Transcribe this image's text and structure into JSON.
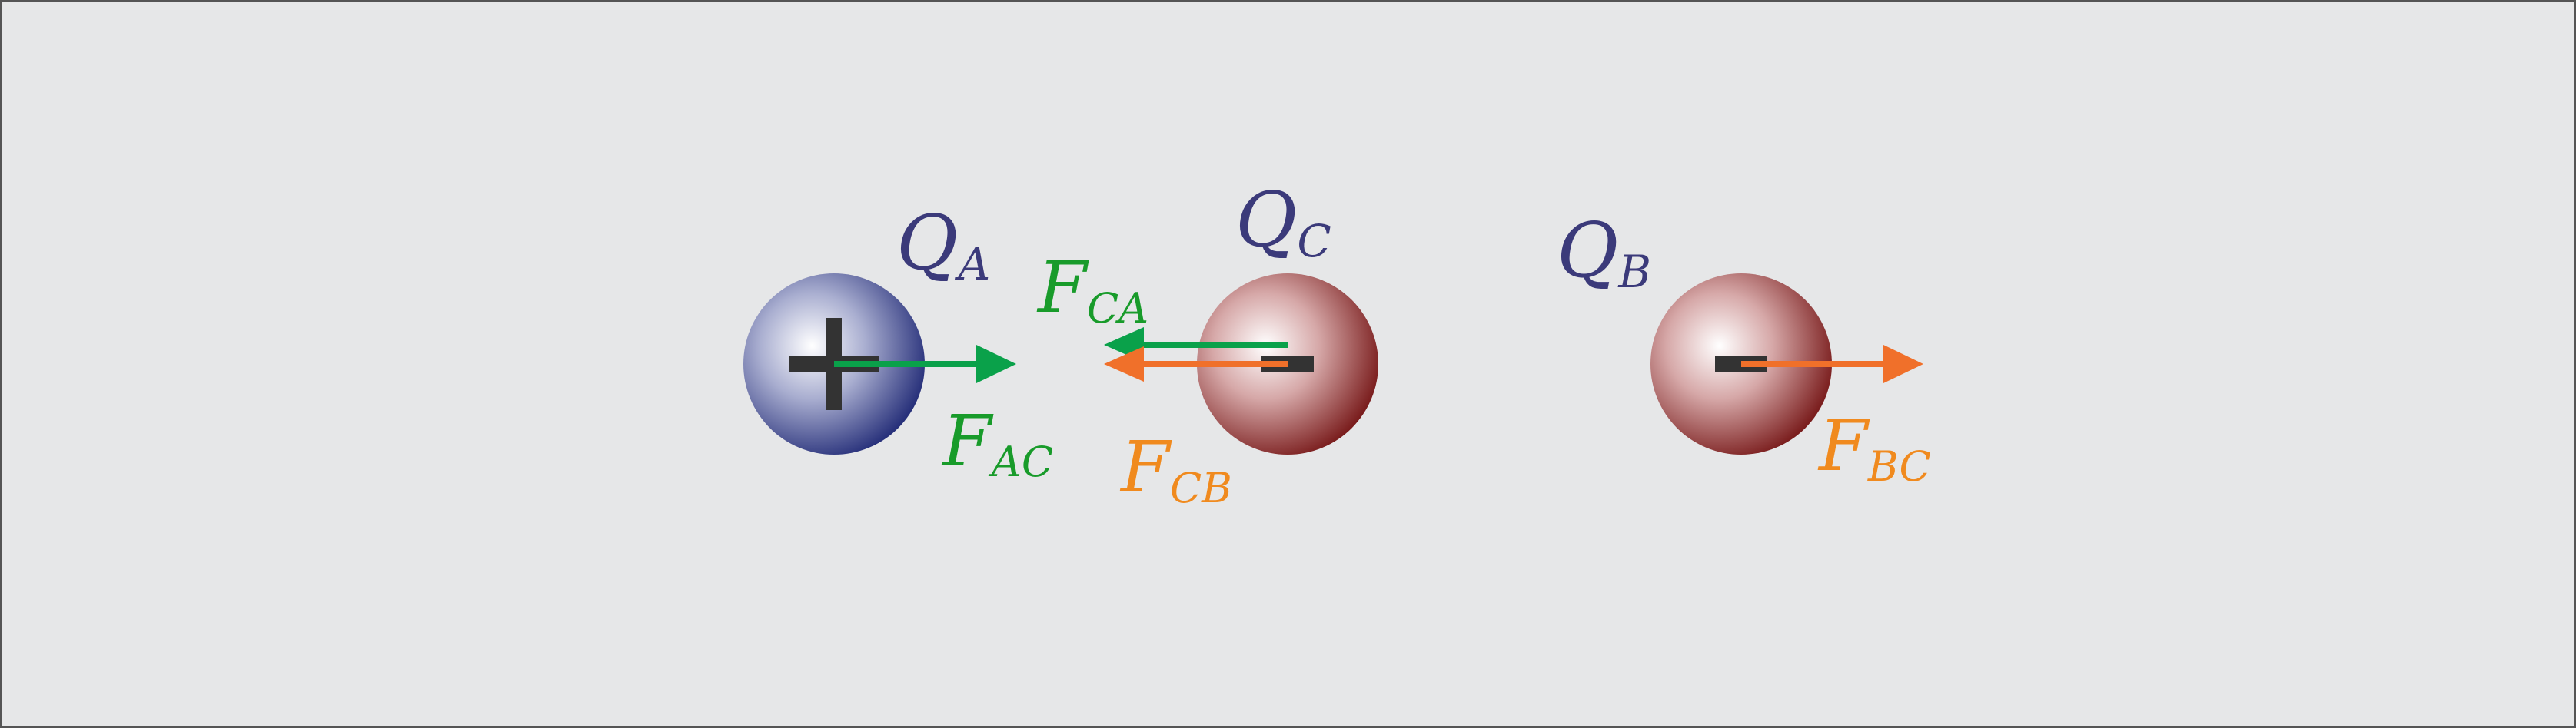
{
  "colors": {
    "background": "#e6e7e8",
    "border": "#555555",
    "label_dark": "#3b3a7a",
    "force_green": "#0aa14a",
    "force_green_text": "#189b2a",
    "force_orange": "#f0702a",
    "force_orange_text": "#f08a1e",
    "sign_mark": "#333333"
  },
  "charges": {
    "a": {
      "name": "Q",
      "subscript": "A",
      "sign": "positive"
    },
    "c": {
      "name": "Q",
      "subscript": "C",
      "sign": "negative"
    },
    "b": {
      "name": "Q",
      "subscript": "B",
      "sign": "negative"
    }
  },
  "forces": {
    "ac": {
      "name": "F",
      "subscript": "AC",
      "direction": "right"
    },
    "ca": {
      "name": "F",
      "subscript": "CA",
      "direction": "left"
    },
    "cb": {
      "name": "F",
      "subscript": "CB",
      "direction": "left"
    },
    "bc": {
      "name": "F",
      "subscript": "BC",
      "direction": "right"
    }
  }
}
